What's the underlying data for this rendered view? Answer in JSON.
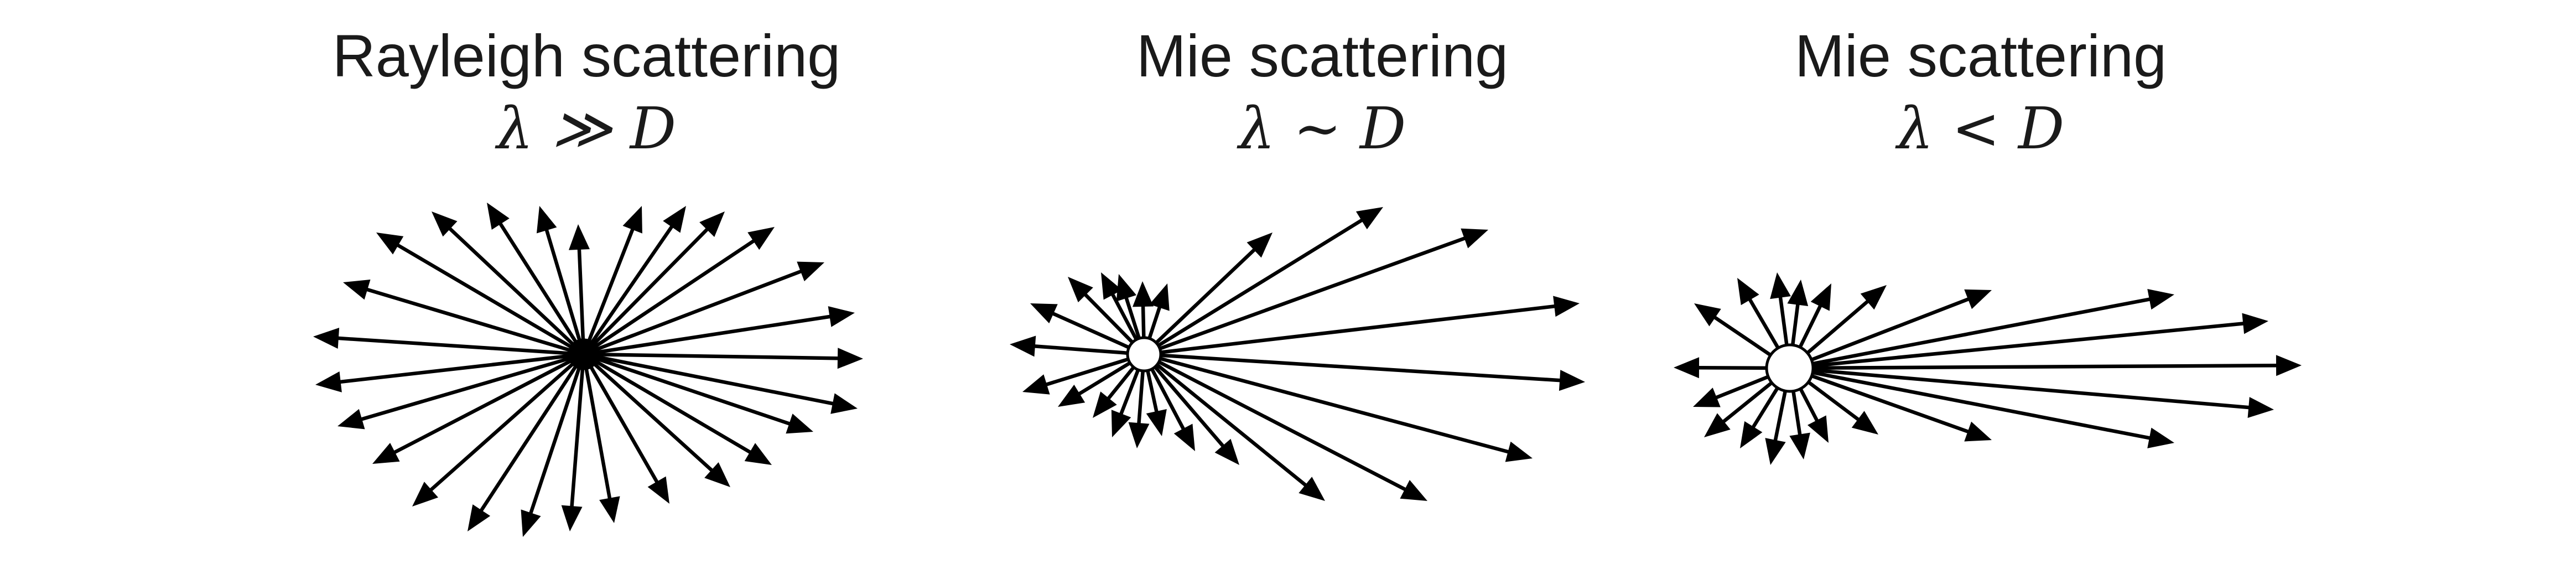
{
  "figure": {
    "panels": [
      {
        "title": "Rayleigh scattering",
        "formula": "λ ≫ D",
        "particle": "small",
        "particle_fill": "#000000"
      },
      {
        "title": "Mie scattering",
        "formula": "λ ~ D",
        "particle": "medium",
        "particle_fill": "#ffffff"
      },
      {
        "title": "Mie scattering",
        "formula": "λ < D",
        "particle": "large",
        "particle_fill": "#ffffff"
      }
    ],
    "colors": {
      "ink": "#000000",
      "text": "#1a1a1a",
      "background": "#ffffff"
    }
  }
}
